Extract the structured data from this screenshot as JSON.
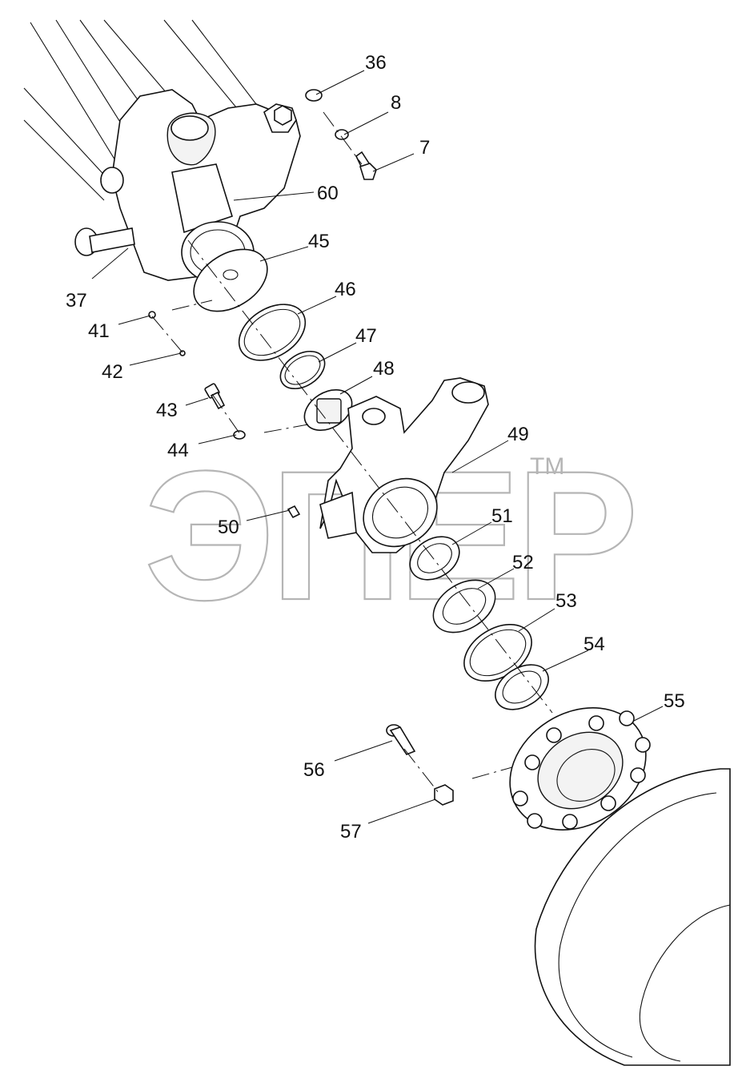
{
  "watermark": {
    "text": "ЭПЕР",
    "trademark": "TM"
  },
  "callouts": [
    {
      "id": "36",
      "label": "36"
    },
    {
      "id": "8",
      "label": "8"
    },
    {
      "id": "7",
      "label": "7"
    },
    {
      "id": "60",
      "label": "60"
    },
    {
      "id": "45",
      "label": "45"
    },
    {
      "id": "37",
      "label": "37"
    },
    {
      "id": "46",
      "label": "46"
    },
    {
      "id": "41",
      "label": "41"
    },
    {
      "id": "47",
      "label": "47"
    },
    {
      "id": "42",
      "label": "42"
    },
    {
      "id": "48",
      "label": "48"
    },
    {
      "id": "43",
      "label": "43"
    },
    {
      "id": "49",
      "label": "49"
    },
    {
      "id": "44",
      "label": "44"
    },
    {
      "id": "50",
      "label": "50"
    },
    {
      "id": "51",
      "label": "51"
    },
    {
      "id": "52",
      "label": "52"
    },
    {
      "id": "53",
      "label": "53"
    },
    {
      "id": "54",
      "label": "54"
    },
    {
      "id": "55",
      "label": "55"
    },
    {
      "id": "56",
      "label": "56"
    },
    {
      "id": "57",
      "label": "57"
    }
  ]
}
